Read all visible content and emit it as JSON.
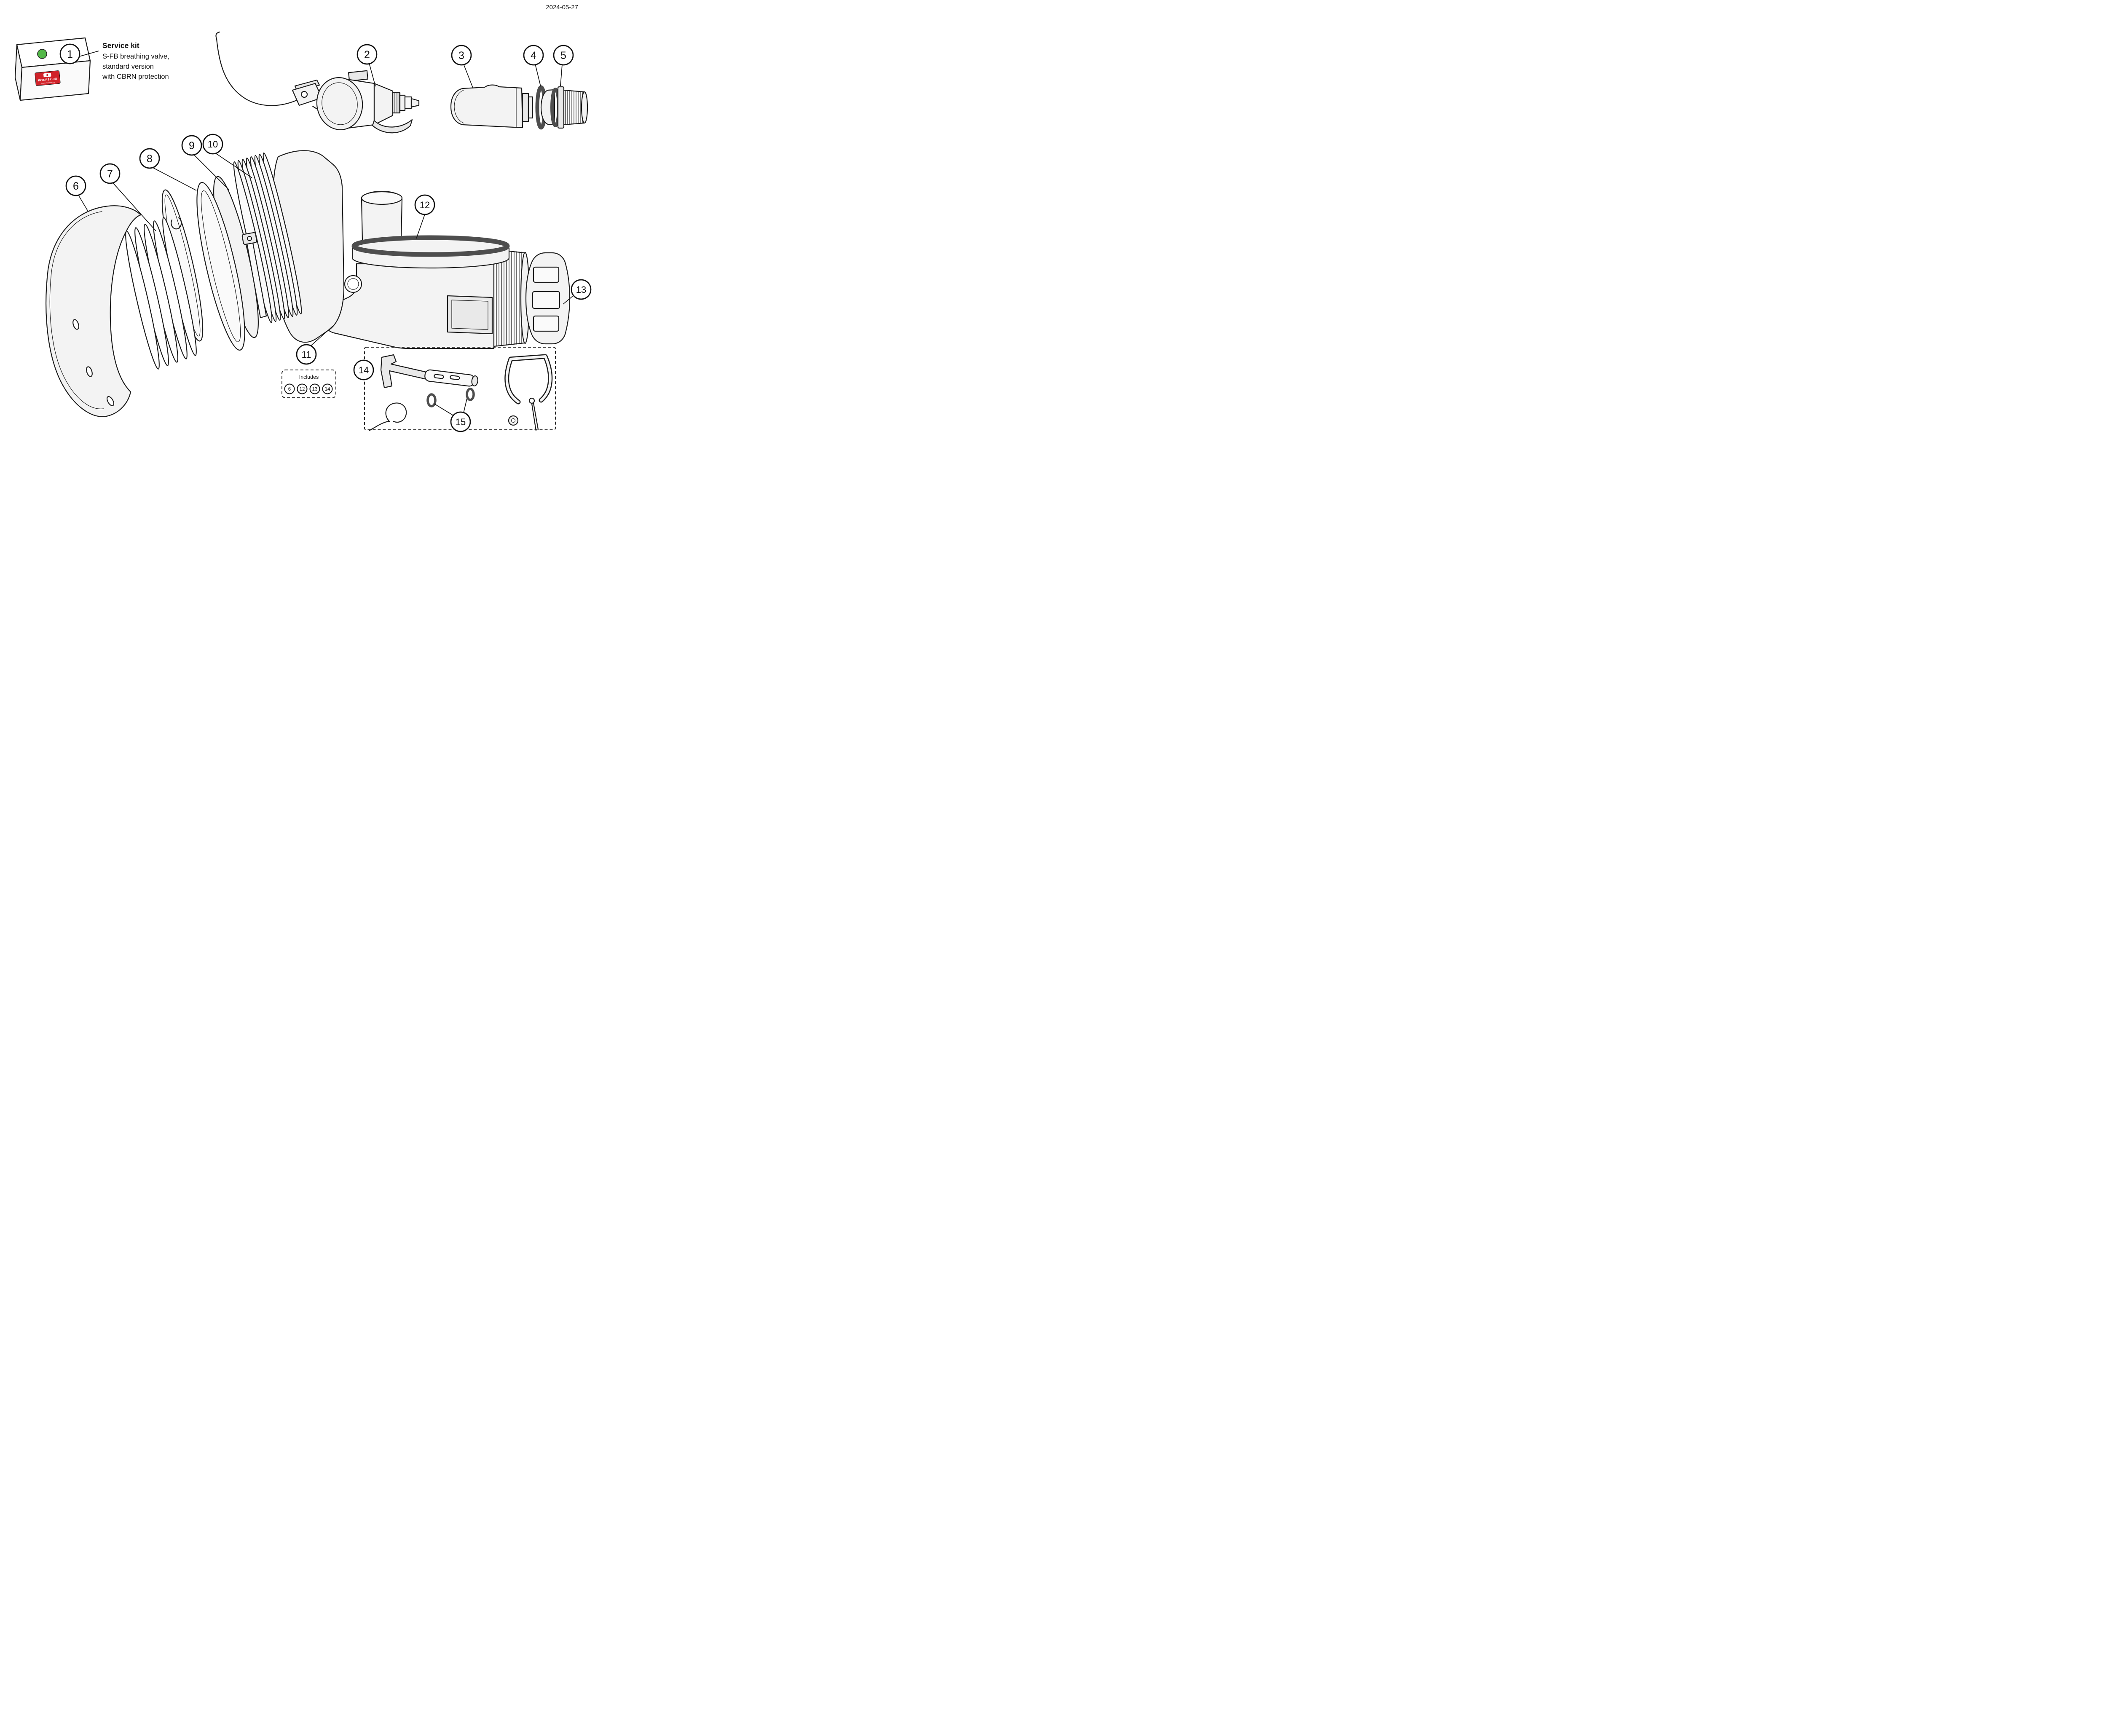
{
  "page": {
    "date": "2024-05-27"
  },
  "kit_label": {
    "title": "Service kit",
    "lines": [
      "S-FB breathing valve,",
      "standard version",
      "with CBRN protection"
    ]
  },
  "logo": {
    "brand": "INTERSPIRO",
    "tagline": "Keeps You Breathing"
  },
  "callouts": [
    {
      "num": "1",
      "color": "white"
    },
    {
      "num": "2",
      "color": "green"
    },
    {
      "num": "3",
      "color": "white"
    },
    {
      "num": "4",
      "color": "green"
    },
    {
      "num": "5",
      "color": "green"
    },
    {
      "num": "6",
      "color": "white"
    },
    {
      "num": "7",
      "color": "white"
    },
    {
      "num": "8",
      "color": "green"
    },
    {
      "num": "9",
      "color": "green"
    },
    {
      "num": "10",
      "color": "white"
    },
    {
      "num": "11",
      "color": "white"
    },
    {
      "num": "12",
      "color": "green"
    },
    {
      "num": "13",
      "color": "white"
    },
    {
      "num": "14",
      "color": "green"
    },
    {
      "num": "15",
      "color": "white"
    }
  ],
  "includes_box": {
    "label": "Includes",
    "items": [
      "6",
      "12",
      "13",
      "14"
    ]
  },
  "colors": {
    "callout_green": "#95b933",
    "dot_green": "#53b848",
    "oring_dark": "#4e4e4e",
    "logo_red": "#d1232a"
  }
}
